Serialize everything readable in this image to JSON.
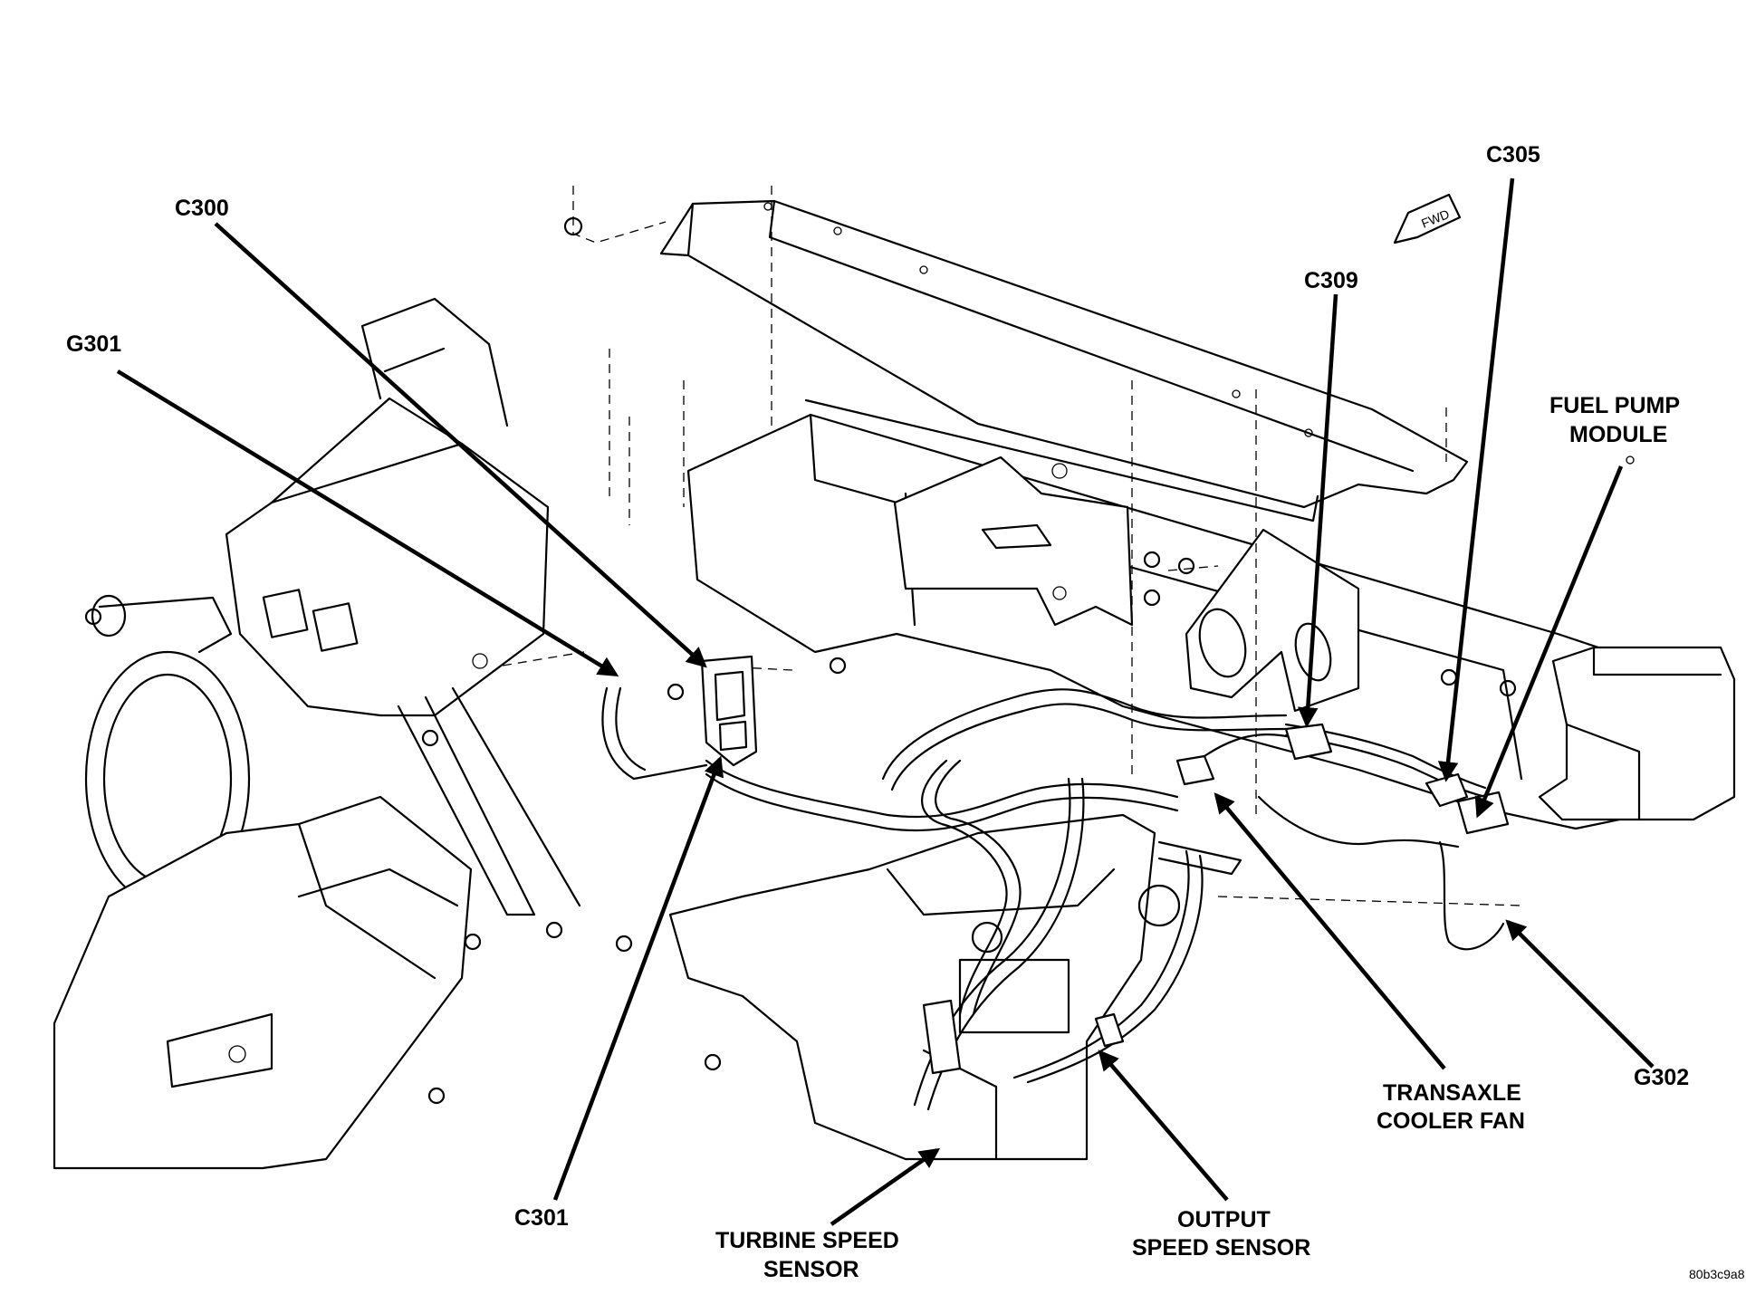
{
  "labels": {
    "c300": "C300",
    "g301": "G301",
    "c305": "C305",
    "c309": "C309",
    "fuel_pump_line1": "FUEL PUMP",
    "fuel_pump_line2": "MODULE",
    "fwd": "FWD",
    "transaxle_line1": "TRANSAXLE",
    "transaxle_line2": "COOLER FAN",
    "g302": "G302",
    "c301": "C301",
    "turbine_line1": "TURBINE SPEED",
    "turbine_line2": "SENSOR",
    "output_line1": "OUTPUT",
    "output_line2": "SPEED SENSOR",
    "figure_code": "80b3c9a8"
  },
  "colors": {
    "ink": "#000000",
    "paper": "#ffffff"
  }
}
